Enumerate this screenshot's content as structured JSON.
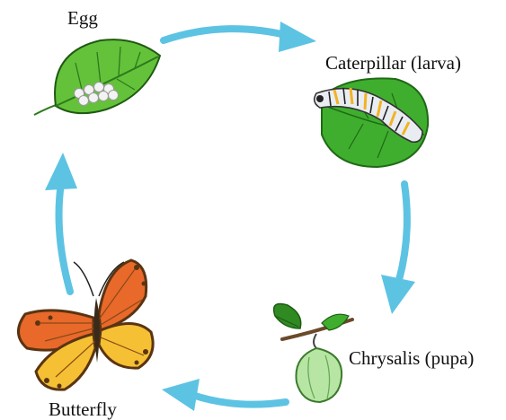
{
  "stages": [
    {
      "id": "egg",
      "label": "Egg"
    },
    {
      "id": "larva",
      "label": "Caterpillar (larva)"
    },
    {
      "id": "pupa",
      "label": "Chrysalis (pupa)"
    },
    {
      "id": "adult",
      "label": "Butterfly"
    }
  ],
  "colors": {
    "arrow": "#5dc3e3",
    "leaf_dark": "#2c7a1c",
    "leaf_light": "#64c23a",
    "egg": "#f3f3f3",
    "caterpillar_body": "#e9edf2",
    "chrysalis": "#b7e6a4",
    "wing_orange": "#e8692a",
    "wing_yellow": "#f5c033",
    "wing_border": "#5a3412"
  }
}
